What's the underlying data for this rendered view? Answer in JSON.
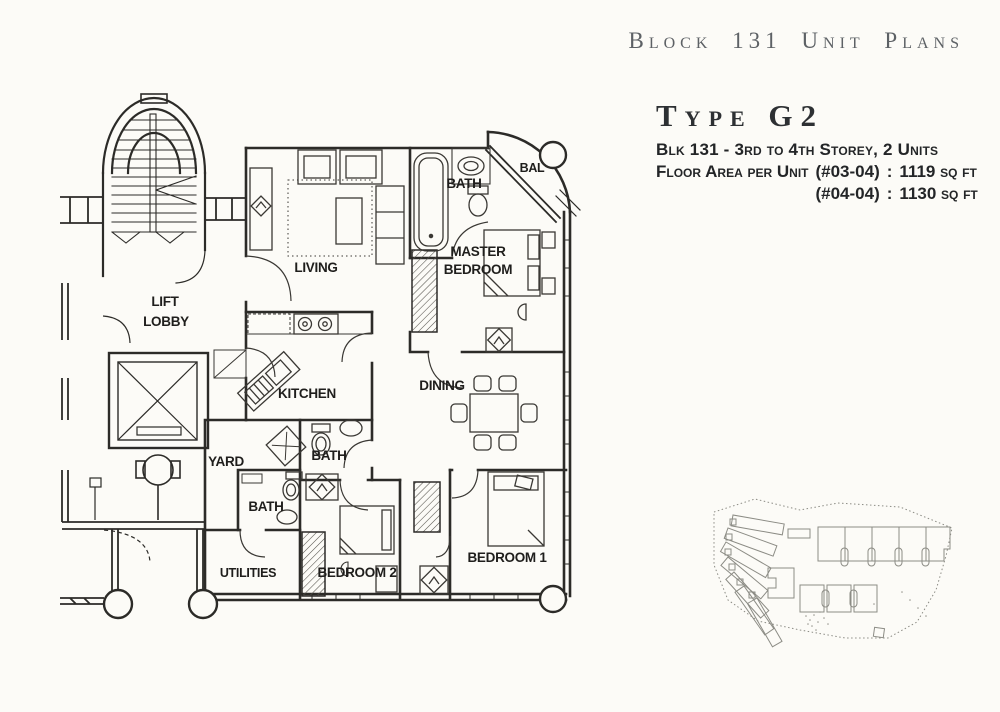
{
  "header": {
    "title": "Block 131 Unit Plans"
  },
  "unit_info": {
    "type": "Type G2",
    "storeys": "Blk 131 - 3rd to 4th Storey, 2 Units",
    "area_label": "Floor Area per Unit",
    "colon": ":",
    "areas": [
      {
        "stack": "(#03-04)",
        "area": "1119 sq ft"
      },
      {
        "stack": "(#04-04)",
        "area": "1130 sq ft"
      }
    ]
  },
  "rooms": {
    "lift_line1": "LIFT",
    "lift_line2": "LOBBY",
    "living": "LIVING",
    "bath_master": "BATH",
    "balcony": "BAL",
    "master_line1": "MASTER",
    "master_line2": "BEDROOM",
    "kitchen": "KITCHEN",
    "dining": "DINING",
    "yard": "YARD",
    "bath_common": "BATH",
    "bath_two": "BATH",
    "utilities": "UTILITIES",
    "bedroom_two": "BEDROOM 2",
    "bedroom_one": "BEDROOM 1"
  },
  "colors": {
    "ink": "#2c2b28",
    "furniture_ink": "#3a3834",
    "title_gray": "#5d6165",
    "text_dark": "#232527",
    "site_plan_line": "#8c8c85",
    "paper": "#fcfbf7"
  }
}
